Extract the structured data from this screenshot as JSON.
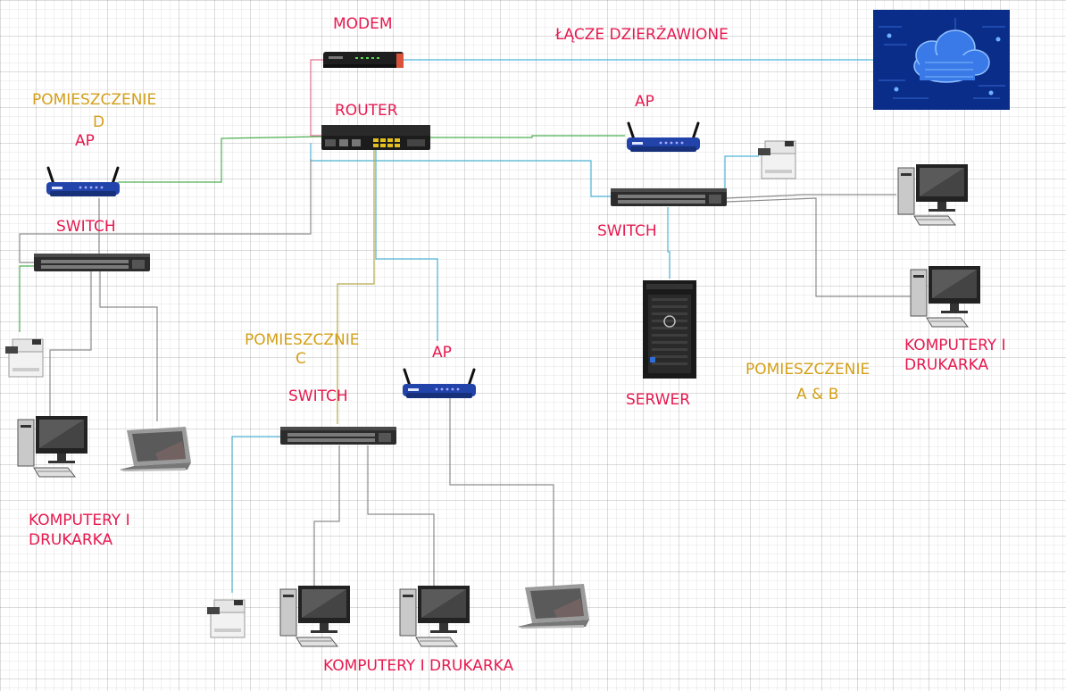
{
  "colors": {
    "label": "#e6194f",
    "room": "#d4a019",
    "link_blue": "#4fb3d6",
    "link_green": "#4caf50",
    "link_olive": "#b5a84a",
    "link_pink": "#e07090",
    "link_gray": "#8c8c8c",
    "ap_blue": "#2244aa"
  },
  "labels": {
    "modem": "MODEM",
    "leased_line": "ŁĄCZE DZIERŻAWIONE",
    "router": "ROUTER",
    "room_d_line1": "POMIESZCZENIE",
    "room_d_line2": "D",
    "ap_left": "AP",
    "switch_left": "SWITCH",
    "ap_top_right": "AP",
    "switch_right": "SWITCH",
    "room_c_line1": "POMIESZCZNIE",
    "room_c_line2": "C",
    "ap_center": "AP",
    "switch_center": "SWITCH",
    "server": "SERWER",
    "room_ab_line1": "POMIESZCZENIE",
    "room_ab_line2": "A & B",
    "computers_right_line1": "KOMPUTERY I",
    "computers_right_line2": "DRUKARKA",
    "computers_left_line1": "KOMPUTERY I",
    "computers_left_line2": "DRUKARKA",
    "computers_bottom": "KOMPUTERY I DRUKARKA"
  },
  "devices": {
    "modem": "modem-icon",
    "router": "router-icon",
    "cloud": "cloud-icon",
    "access_point": "wireless-access-point-icon",
    "switch": "network-switch-icon",
    "server": "tower-server-icon",
    "desktop": "desktop-computer-icon",
    "laptop": "laptop-icon",
    "printer": "printer-icon"
  }
}
